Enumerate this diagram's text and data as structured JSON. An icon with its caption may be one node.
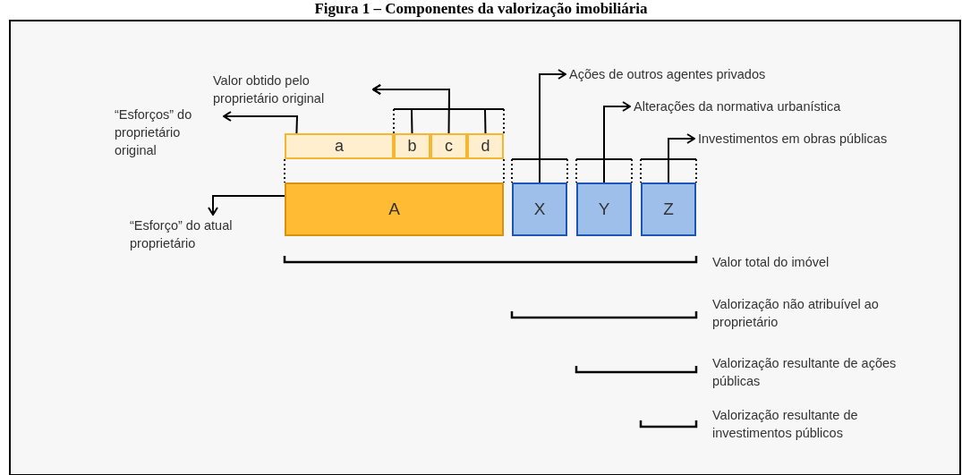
{
  "diagram": {
    "title": "Figura 1 – Componentes da valorização imobiliária",
    "nodes": [
      {
        "text": [
          "Valor obtido pelo proprietário original"
        ]
      },
      {
        "text": [
          "“Esforços” do proprietário original"
        ]
      },
      {
        "text": [
          "a"
        ]
      },
      {
        "text": [
          "b"
        ]
      },
      {
        "text": [
          "c"
        ]
      },
      {
        "text": [
          "d"
        ]
      },
      {
        "text": [
          "Ações de outros agentes privados"
        ]
      },
      {
        "text": [
          "Alterações da normativa urbanística"
        ]
      },
      {
        "text": [
          "Investimentos em obras públicas"
        ]
      },
      {
        "text": [
          "A"
        ]
      },
      {
        "text": [
          "X"
        ]
      },
      {
        "text": [
          "Y"
        ]
      },
      {
        "text": [
          "Z"
        ]
      },
      {
        "text": [
          "“Esforço” do atual proprietário"
        ]
      }
    ],
    "edges": [
      {
        "from": 2,
        "to": 1,
        "arrow": "to"
      },
      {
        "from": 3,
        "to": 0,
        "arrow": "to"
      },
      {
        "from": 4,
        "to": 0,
        "arrow": "to"
      },
      {
        "from": 5,
        "to": 0,
        "arrow": "to"
      },
      {
        "from": 9,
        "to": 13,
        "arrow": "to"
      },
      {
        "from": 10,
        "to": 6,
        "arrow": "to"
      },
      {
        "from": 11,
        "to": 7,
        "arrow": "to"
      },
      {
        "from": 12,
        "to": 8,
        "arrow": "to"
      }
    ],
    "labels": [
      "Valor total do imóvel",
      "Valorização não atribuível ao proprietário",
      "Valorização resultante de ações públicas",
      "Valorização resultante de investimentos públicos"
    ]
  }
}
